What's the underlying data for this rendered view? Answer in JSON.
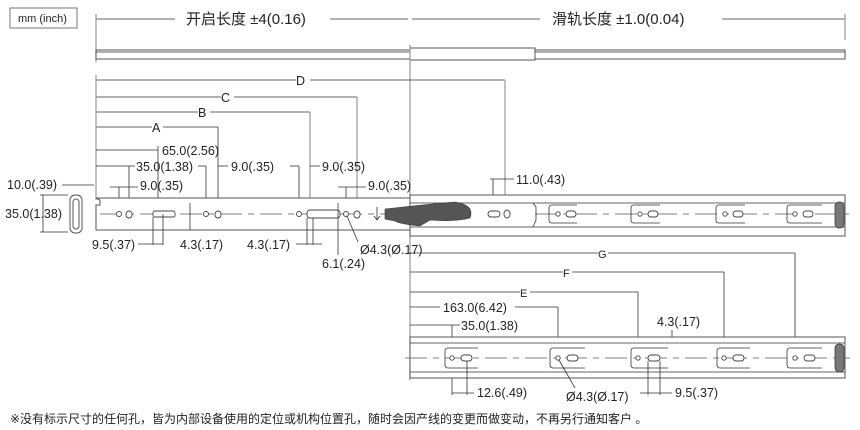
{
  "unit_label": "mm (inch)",
  "header": {
    "open_length": "开启长度 ±4(0.16)",
    "rail_length": "滑轨长度 ±1.0(0.04)"
  },
  "letters": {
    "A": "A",
    "B": "B",
    "C": "C",
    "D": "D",
    "E": "E",
    "F": "F",
    "G": "G"
  },
  "dims_top": {
    "d65": "65.0(2.56)",
    "d35": "35.0(1.38)",
    "d9a": "9.0(.35)",
    "d9b": "9.0(.35)",
    "d10": "10.0(.39)",
    "d9c": "9.0(.35)",
    "d9d": "9.0(.35)",
    "d11": "11.0(.43)",
    "height": "35.0(1.38)",
    "d95": "9.5(.37)",
    "d43a": "4.3(.17)",
    "d43b": "4.3(.17)",
    "d61": "6.1(.24)",
    "hole": "Ø4.3(Ø.17)"
  },
  "dims_bottom": {
    "d163": "163.0(6.42)",
    "d35": "35.0(1.38)",
    "d43": "4.3(.17)",
    "d126": "12.6(.49)",
    "hole": "Ø4.3(Ø.17)",
    "d95": "9.5(.37)"
  },
  "footnote": "※没有标示尺寸的任何孔，皆为内部设备使用的定位或机构位置孔，随时会因产线的变更而做变动，不再另行通知客户 。"
}
